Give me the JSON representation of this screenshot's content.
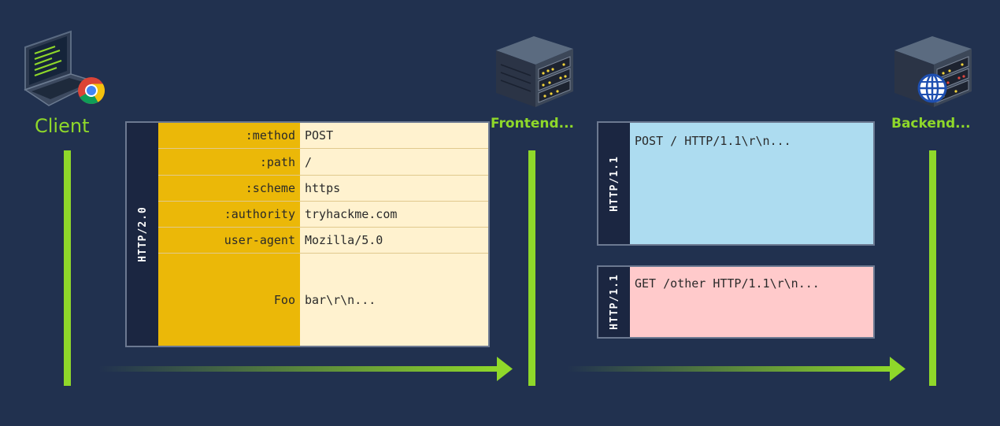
{
  "nodes": {
    "client": "Client",
    "frontend": "Frontend...",
    "backend": "Backend..."
  },
  "http2": {
    "label": "HTTP/2.0",
    "headers": [
      {
        "key": ":method",
        "value": "POST"
      },
      {
        "key": ":path",
        "value": "/"
      },
      {
        "key": ":scheme",
        "value": "https"
      },
      {
        "key": ":authority",
        "value": "tryhackme.com"
      },
      {
        "key": "user-agent",
        "value": "Mozilla/5.0"
      },
      {
        "key": "Foo",
        "value": "bar\\r\\n..."
      }
    ]
  },
  "http1_requests": [
    {
      "label": "HTTP/1.1",
      "body": "POST / HTTP/1.1\\r\\n..."
    },
    {
      "label": "HTTP/1.1",
      "body": "GET /other HTTP/1.1\\r\\n..."
    }
  ],
  "colors": {
    "background": "#21314f",
    "accent_green": "#8fd82a",
    "header_key": "#ebb808",
    "header_value": "#fff2cf",
    "request_blue": "#addcf0",
    "request_red": "#ffcacb"
  }
}
